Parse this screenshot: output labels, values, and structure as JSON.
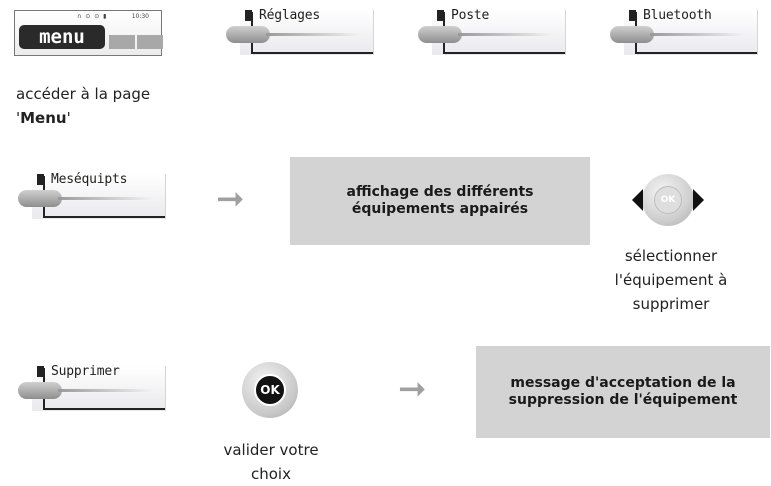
{
  "menu_screen": {
    "label": "menu",
    "clock": "10:30",
    "status_icons": "∩ ⊙ ⊙ ▮"
  },
  "softkeys": {
    "reglages": "Réglages",
    "poste": "Poste",
    "bluetooth": "Bluetooth",
    "mesequipts": "Meséquipts",
    "supprimer": "Supprimer"
  },
  "captions": {
    "menu_line1": "accéder à la page",
    "menu_line2_quote_open": "'",
    "menu_line2_bold": "Menu",
    "menu_line2_quote_close": "'",
    "select_line1": "sélectionner",
    "select_line2": "l'équipement à",
    "select_line3": "supprimer",
    "validate_line1": "valider votre",
    "validate_line2": "choix"
  },
  "boxes": {
    "paired_line1": "affichage des différents",
    "paired_line2": "équipements appairés",
    "accept_line1": "message d'acceptation de la",
    "accept_line2": "suppression de l'équipement"
  },
  "arrows": {
    "glyph": "➞"
  },
  "buttons": {
    "nav_center": "OK",
    "ok": "OK"
  },
  "colors": {
    "box_grey": "#d3d3d3",
    "arrow_grey": "#a0a0a0",
    "key_black": "#121212"
  }
}
